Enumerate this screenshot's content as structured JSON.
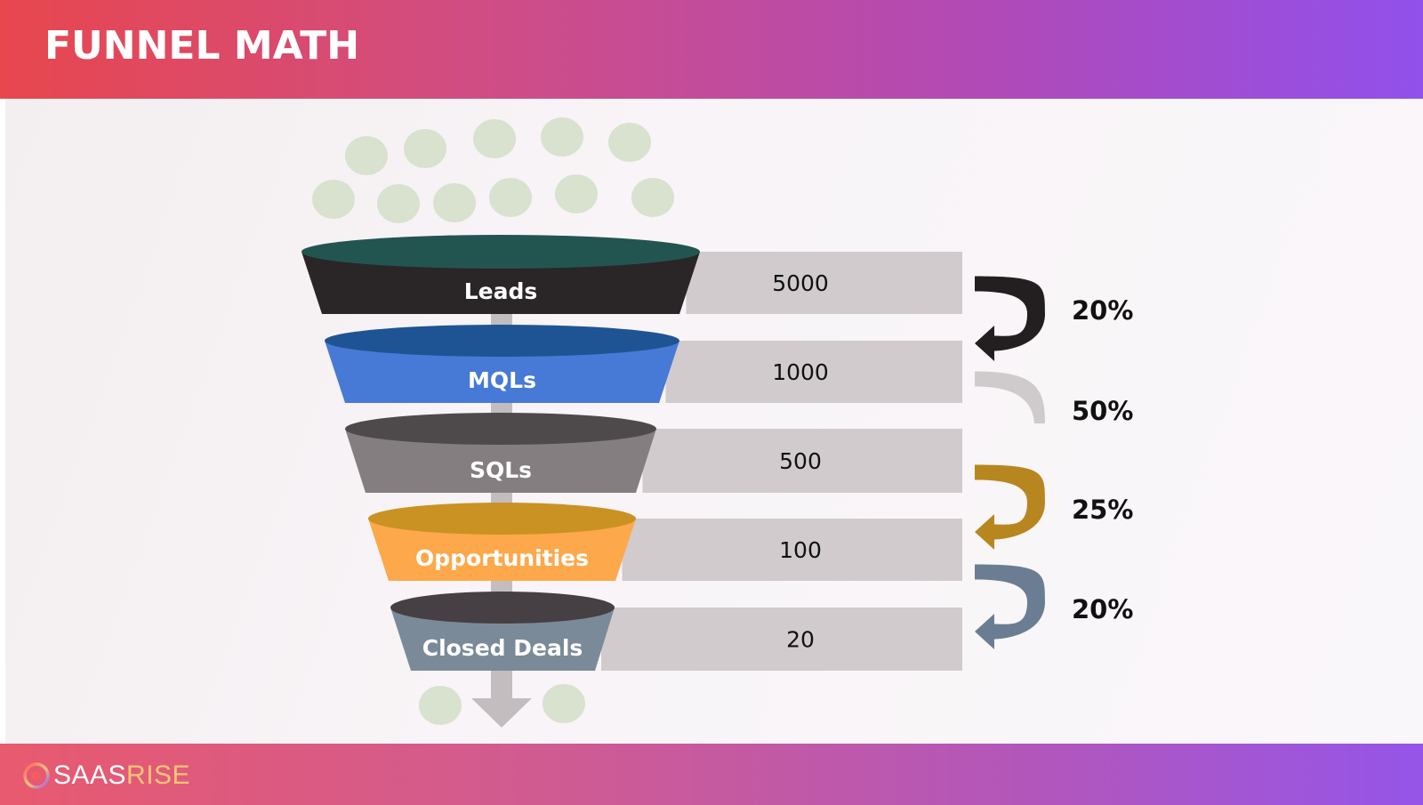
{
  "header": {
    "title": "FUNNEL MATH"
  },
  "funnel": {
    "stages": [
      {
        "label": "Leads",
        "value": "5000",
        "body_color": "#2a2526",
        "rim_color": "#235550",
        "label_color": "#ffffff"
      },
      {
        "label": "MQLs",
        "value": "1000",
        "body_color": "#4779d6",
        "rim_color": "#1f5494",
        "label_color": "#ffffff"
      },
      {
        "label": "SQLs",
        "value": "500",
        "body_color": "#847e80",
        "rim_color": "#4e4a4c",
        "label_color": "#ffffff"
      },
      {
        "label": "Opportunities",
        "value": "100",
        "body_color": "#fda84a",
        "rim_color": "#c99223",
        "label_color": "#ffffff"
      },
      {
        "label": "Closed Deals",
        "value": "20",
        "body_color": "#7a8a99",
        "rim_color": "#463f43",
        "label_color": "#ffffff"
      }
    ],
    "value_bar_color": "#d1cbcd",
    "stem_color": "#c3bdc0",
    "dot_color": "#d8e2cf",
    "conversions": [
      {
        "percent": "20%",
        "arrow_color": "#231f20",
        "arrowhead": true
      },
      {
        "percent": "50%",
        "arrow_color": "#cfcbcc",
        "arrowhead": false
      },
      {
        "percent": "25%",
        "arrow_color": "#b8861e",
        "arrowhead": true
      },
      {
        "percent": "20%",
        "arrow_color": "#6a7d93",
        "arrowhead": true
      }
    ]
  },
  "footer": {
    "logo_text_primary": "SAAS",
    "logo_text_accent": "RISE",
    "logo_colors": [
      "#ff5a5f",
      "#f7c774",
      "#a05ce8"
    ]
  }
}
